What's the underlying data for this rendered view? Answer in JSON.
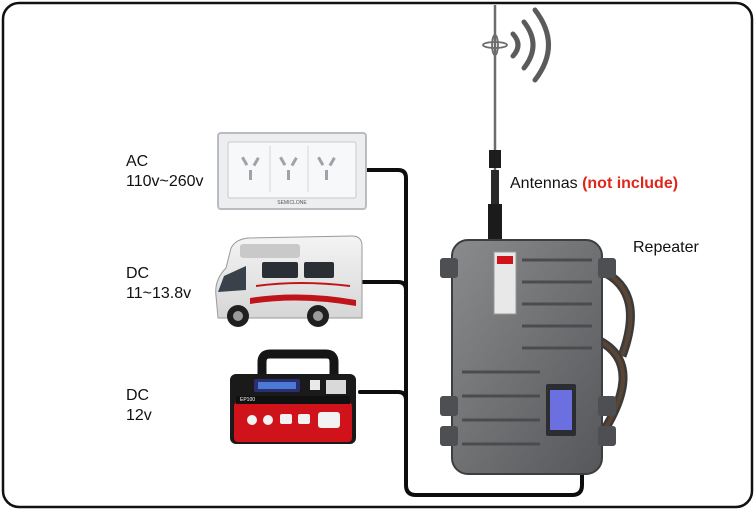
{
  "labels": {
    "ac_title": "AC",
    "ac_range": "110v~260v",
    "dc1_title": "DC",
    "dc1_range": "11~13.8v",
    "dc2_title": "DC",
    "dc2_range": "12v",
    "antennas": "Antennas",
    "antennas_note": "(not include)",
    "repeater": "Repeater"
  },
  "devices": {
    "outlet_brand": "SEMICLONE",
    "station_brand": "EP100"
  },
  "colors": {
    "cable": "#0d0d0d",
    "note": "#e0261b",
    "repeater_body": "#6e6f70",
    "lcd": "#6b6fe0",
    "station_red": "#d0121b"
  },
  "icons": {
    "signal": "wifi-signal-icon",
    "outlet": "wall-socket-icon",
    "rv": "camper-van-icon",
    "power_station": "portable-power-station-icon",
    "repeater": "repeater-box-icon",
    "antenna": "antenna-icon"
  }
}
